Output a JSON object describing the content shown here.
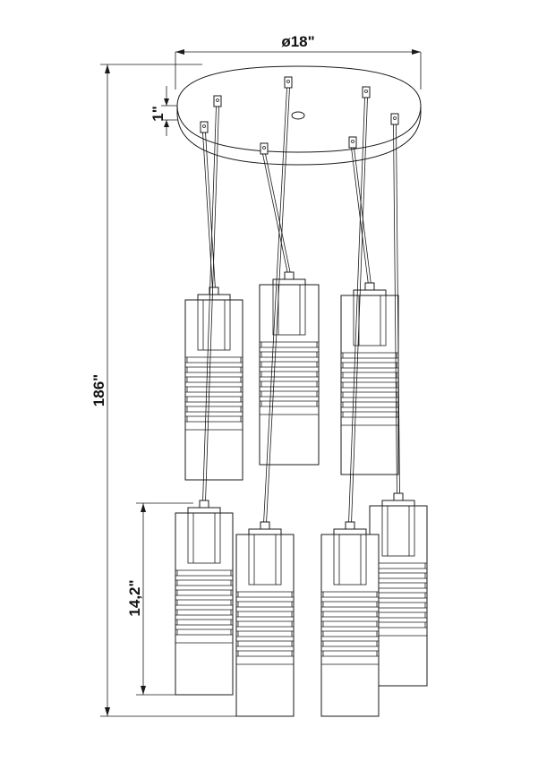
{
  "dimensions": {
    "diameter_label": "ø18\"",
    "canopy_height_label": "1\"",
    "overall_height_label": "186\"",
    "shade_height_label": "14,2\""
  },
  "colors": {
    "line": "#1a1a1a",
    "background": "#ffffff"
  }
}
